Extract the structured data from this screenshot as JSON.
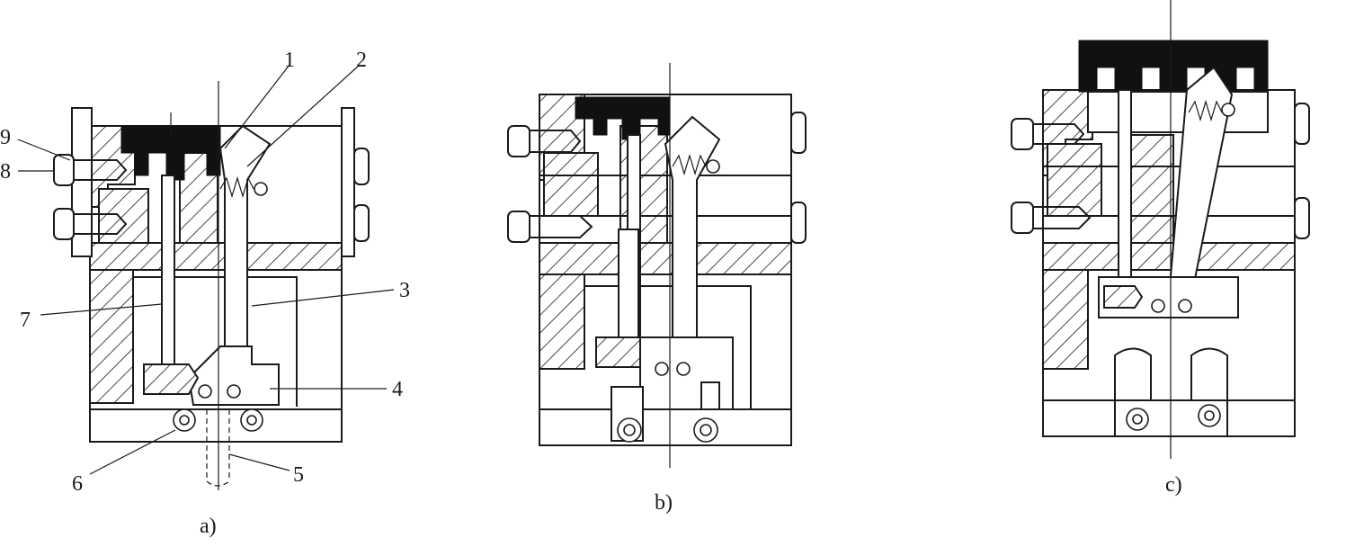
{
  "figure": {
    "captions": {
      "a": "a)",
      "b": "b)",
      "c": "c)"
    },
    "callouts": [
      "1",
      "2",
      "3",
      "4",
      "5",
      "6",
      "7",
      "8",
      "9"
    ]
  },
  "colors": {
    "ink": "#1a1a1a",
    "background": "#ffffff",
    "solid_part": "#111111"
  }
}
